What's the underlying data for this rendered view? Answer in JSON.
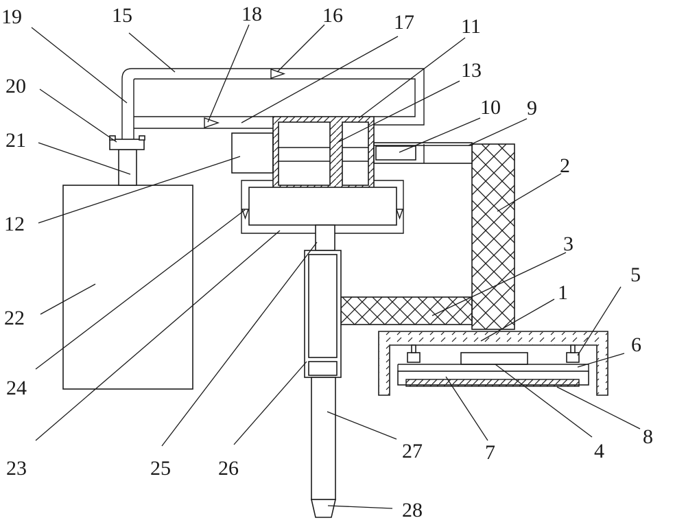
{
  "labels": {
    "l1": "1",
    "l2": "2",
    "l3": "3",
    "l4": "4",
    "l5": "5",
    "l6": "6",
    "l7": "7",
    "l8": "8",
    "l9": "9",
    "l10": "10",
    "l11": "11",
    "l12": "12",
    "l13": "13",
    "l14": "15",
    "l15": "16",
    "l16": "17",
    "l17": "18",
    "l18": "19",
    "l19": "20",
    "l20": "21",
    "l21": "22",
    "l22": "23",
    "l23": "24",
    "l24": "25",
    "l25": "26",
    "l26": "27",
    "l27": "28"
  }
}
